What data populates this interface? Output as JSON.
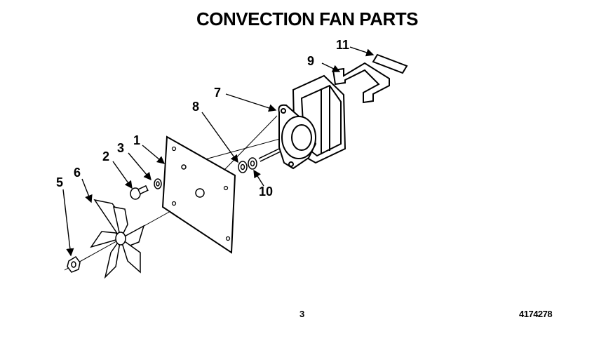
{
  "title": "CONVECTION FAN PARTS",
  "callouts": {
    "c1": "1",
    "c2": "2",
    "c3": "3",
    "c5": "5",
    "c6": "6",
    "c7": "7",
    "c8": "8",
    "c9": "9",
    "c10": "10",
    "c11": "11"
  },
  "footer": {
    "page_number": "3",
    "document_number": "4174278"
  }
}
